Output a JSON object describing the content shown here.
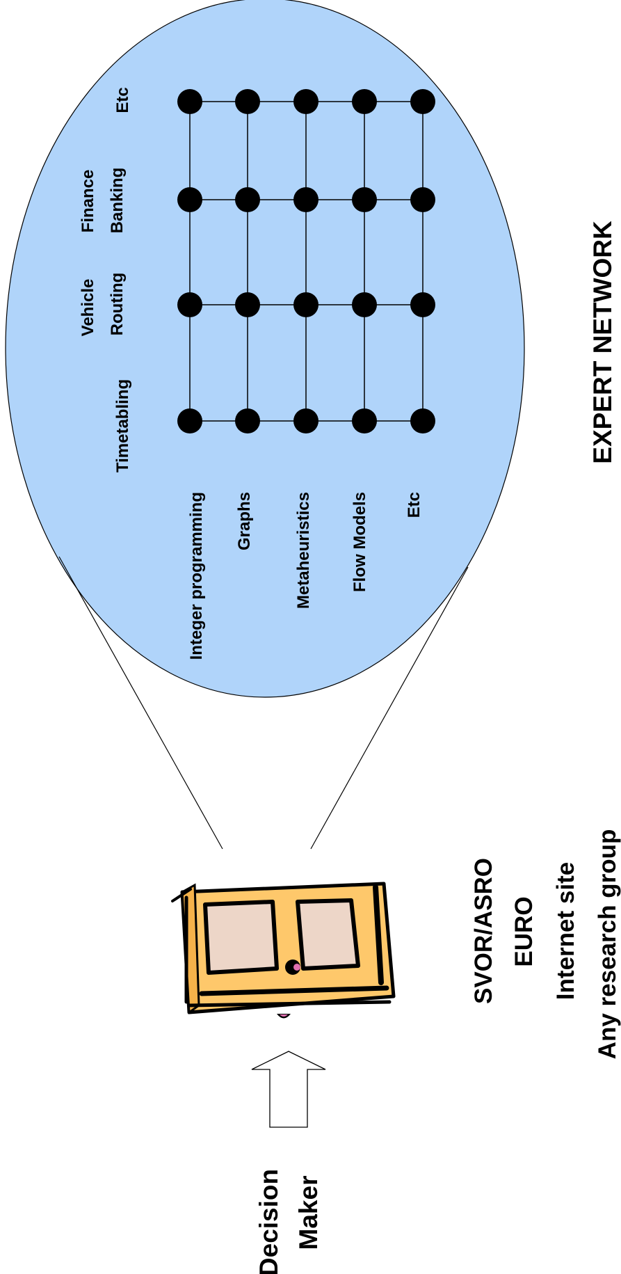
{
  "network": {
    "title": "EXPERT NETWORK",
    "applications": [
      {
        "line1": "Timetabling",
        "line2": ""
      },
      {
        "line1": "Vehicle",
        "line2": "Routing"
      },
      {
        "line1": "Finance",
        "line2": "Banking"
      },
      {
        "line1": "Etc",
        "line2": ""
      }
    ],
    "methods": [
      "Integer programming",
      "Graphs",
      "Metaheuristics",
      "Flow Models",
      "Etc"
    ],
    "bubble_color": "#b0d4fa"
  },
  "providers": {
    "items": [
      "SVOR/ASRO",
      "EURO",
      "Internet site",
      "Any research group"
    ]
  },
  "decision_maker": {
    "line1": "Decision",
    "line2": "Maker"
  },
  "device": {
    "icon": "briefcase-icon",
    "body_color": "#fec86b",
    "window_color": "#edd6c8",
    "accent_color": "#e070b0"
  }
}
